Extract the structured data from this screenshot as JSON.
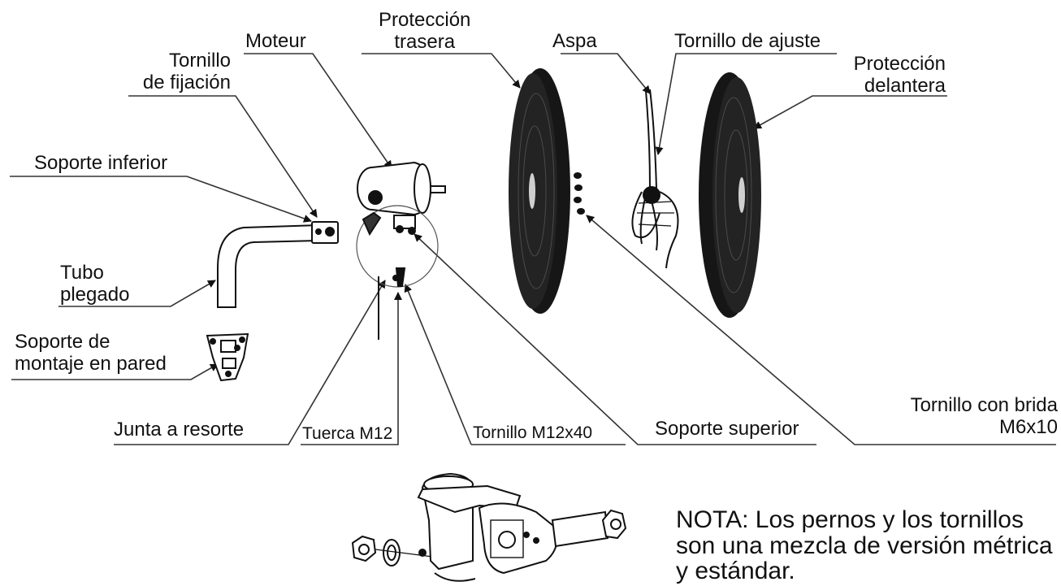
{
  "labels": {
    "proteccion_trasera": [
      "Protección",
      "trasera"
    ],
    "moteur": "Moteur",
    "tornillo_fijacion": [
      "Tornillo",
      "de fijación"
    ],
    "aspa": "Aspa",
    "tornillo_ajuste": "Tornillo de ajuste",
    "proteccion_delantera": [
      "Protección",
      "delantera"
    ],
    "soporte_inferior": "Soporte inferior",
    "tubo_plegado": [
      "Tubo",
      "plegado"
    ],
    "soporte_montaje": [
      "Soporte de",
      "montaje en pared"
    ],
    "junta_resorte": "Junta a resorte",
    "tuerca": "Tuerca M12",
    "tornillo_m12": "Tornillo M12x40",
    "soporte_superior": "Soporte superior",
    "tornillo_brida": [
      "Tornillo con brida",
      "M6x10"
    ]
  },
  "note": [
    "NOTA: Los pernos y los tornillos",
    "son una mezcla de versión métrica",
    "y estándar."
  ]
}
